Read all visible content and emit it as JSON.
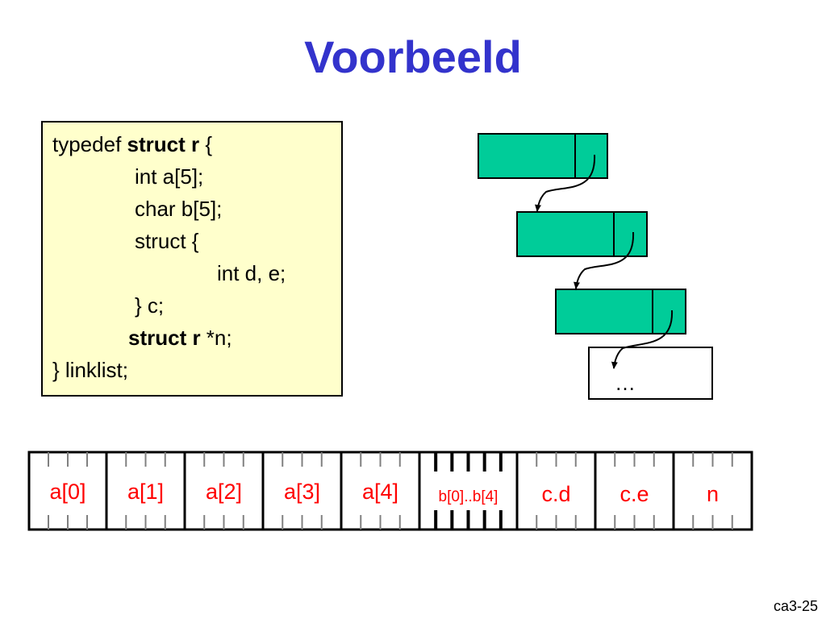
{
  "title": "Voorbeeld",
  "code": {
    "lines": [
      {
        "pre": "typedef ",
        "bold": "struct r",
        "post": " {"
      },
      {
        "pre": "",
        "bold": "",
        "post": "int a[5];"
      },
      {
        "pre": "",
        "bold": "",
        "post": "char b[5];"
      },
      {
        "pre": "",
        "bold": "",
        "post": "struct {"
      },
      {
        "pre": "",
        "bold": "",
        "post": "int d, e;"
      },
      {
        "pre": "",
        "bold": "",
        "post": "} c;"
      },
      {
        "pre": "",
        "bold": "struct r",
        "post": " *n;"
      },
      {
        "pre": "",
        "bold": "",
        "post": "} linklist;"
      }
    ]
  },
  "diagram": {
    "node_color": "#00cc99",
    "ellipsis": "…"
  },
  "memory": {
    "label_color": "#ff0000",
    "cells": [
      "a[0]",
      "a[1]",
      "a[2]",
      "a[3]",
      "a[4]",
      "b[0]..b[4]",
      "c.d",
      "c.e",
      "n"
    ]
  },
  "footer": {
    "slide_number": "ca3-25"
  }
}
